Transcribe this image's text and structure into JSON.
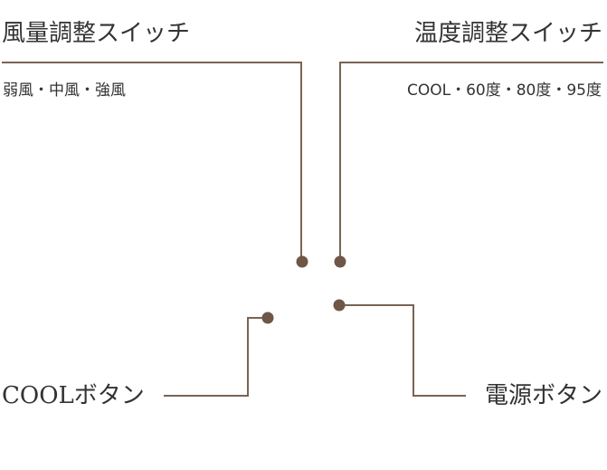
{
  "callouts": {
    "fan_switch": {
      "title": "風量調整スイッチ",
      "options": "弱風・中風・強風"
    },
    "temp_switch": {
      "title": "温度調整スイッチ",
      "options": "COOL・60度・80度・95度"
    },
    "cool_button": {
      "title": "COOLボタン"
    },
    "power_button": {
      "title": "電源ボタン"
    }
  },
  "colors": {
    "line": "#7a6354",
    "dot": "#6f5647",
    "text": "#333333"
  }
}
